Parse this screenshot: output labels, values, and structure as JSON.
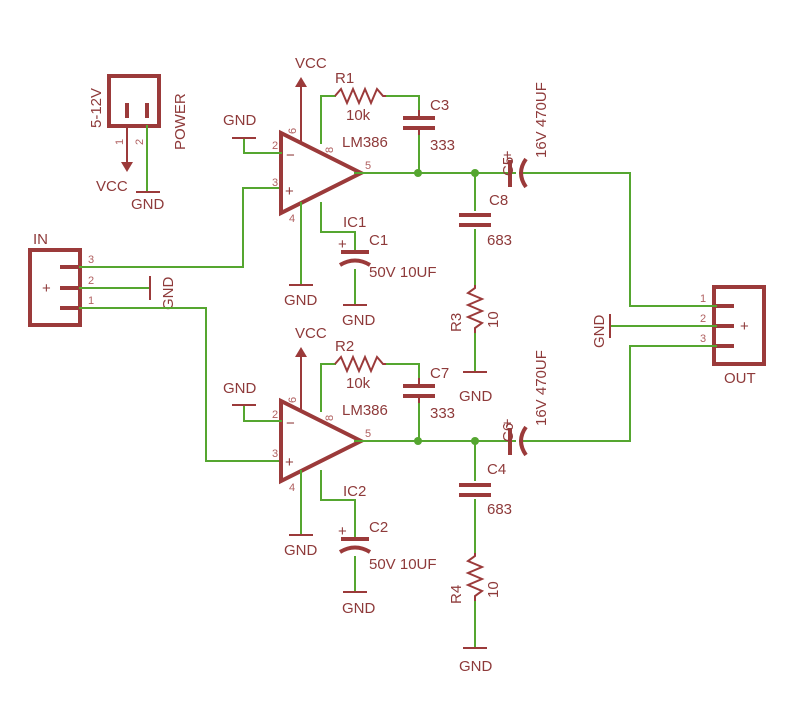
{
  "power_connector": {
    "voltage": "5-12V",
    "name": "POWER",
    "pin1": "1",
    "pin2": "2",
    "vcc": "VCC",
    "gnd": "GND"
  },
  "in_connector": {
    "name": "IN",
    "pin1": "1",
    "pin2": "2",
    "pin3": "3",
    "plus": "+",
    "gnd": "GND"
  },
  "out_connector": {
    "name": "OUT",
    "pin1": "1",
    "pin2": "2",
    "pin3": "3",
    "plus": "+",
    "gnd": "GND"
  },
  "ic1": {
    "name": "IC1",
    "part": "LM386",
    "vcc": "VCC",
    "gnd_top": "GND",
    "gnd_bottom": "GND",
    "pin2": "2",
    "pin3": "3",
    "pin4": "4",
    "pin5": "5",
    "pin6": "6",
    "pin8": "8",
    "minus": "−",
    "plus": "+"
  },
  "ic2": {
    "name": "IC2",
    "part": "LM386",
    "vcc": "VCC",
    "gnd_top": "GND",
    "gnd_bottom": "GND",
    "pin2": "2",
    "pin3": "3",
    "pin4": "4",
    "pin5": "5",
    "pin6": "6",
    "pin8": "8",
    "minus": "−",
    "plus": "+"
  },
  "r1": {
    "name": "R1",
    "value": "10k"
  },
  "r2": {
    "name": "R2",
    "value": "10k"
  },
  "r3": {
    "name": "R3",
    "value": "10",
    "gnd": "GND"
  },
  "r4": {
    "name": "R4",
    "value": "10",
    "gnd": "GND"
  },
  "c1": {
    "name": "C1",
    "value": "50V 10UF",
    "gnd": "GND",
    "plus": "+"
  },
  "c2": {
    "name": "C2",
    "value": "50V 10UF",
    "gnd": "GND",
    "plus": "+"
  },
  "c3": {
    "name": "C3",
    "value": "333"
  },
  "c7": {
    "name": "C7",
    "value": "333"
  },
  "c8": {
    "name": "C8",
    "value": "683"
  },
  "c4": {
    "name": "C4",
    "value": "683"
  },
  "c5": {
    "name": "C5",
    "value": "16V 470UF",
    "plus": "+"
  },
  "c6": {
    "name": "C6",
    "value": "16V 470UF",
    "plus": "+"
  }
}
